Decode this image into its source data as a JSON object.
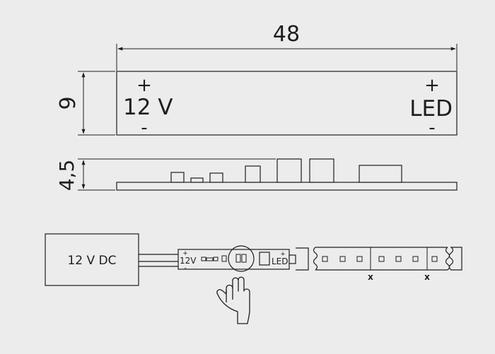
{
  "top_view": {
    "width_dimension": "48",
    "height_dimension": "9",
    "input_plus": "+",
    "input_voltage": "12 V",
    "input_minus": "-",
    "output_plus": "+",
    "output_label": "LED",
    "output_minus": "-"
  },
  "side_view": {
    "height_dimension": "4,5"
  },
  "wiring": {
    "power_supply_label": "12 V DC",
    "module_input_plus": "+",
    "module_input_label": "12V",
    "module_input_minus": "-",
    "module_output_plus": "+",
    "module_output_label": "LED",
    "module_output_minus": "-",
    "cut_mark_1": "x",
    "cut_mark_2": "x"
  },
  "colors": {
    "line": "#1e1e1e",
    "background": "#ececec"
  },
  "icons": [
    "hand-pointer-icon"
  ]
}
